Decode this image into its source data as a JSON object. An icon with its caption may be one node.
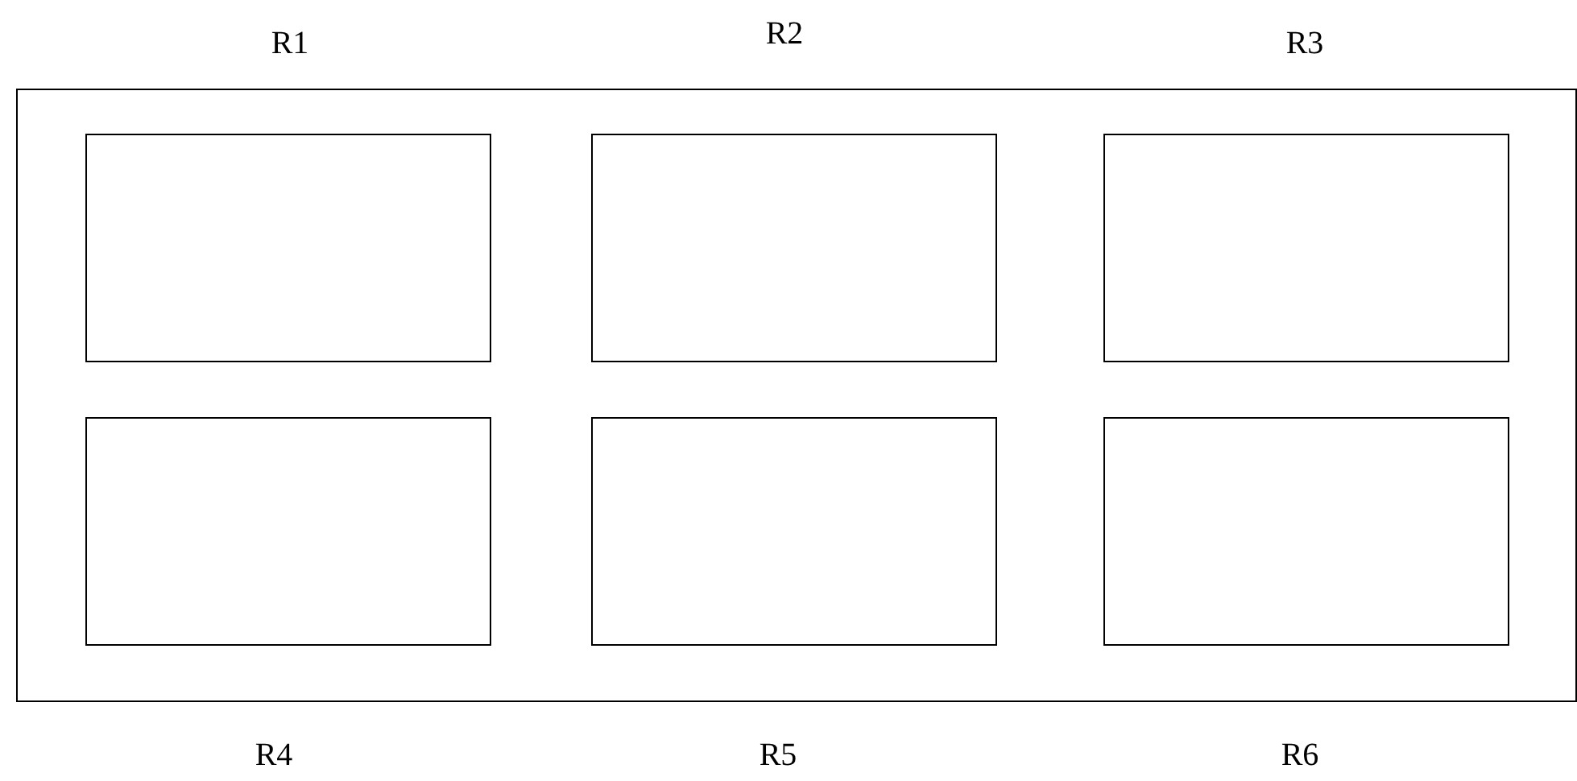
{
  "diagram": {
    "nodes": [
      {
        "text": [],
        "shape": "box"
      },
      {
        "text": [],
        "shape": "box",
        "in": 0
      },
      {
        "text": [],
        "shape": "box",
        "in": 0
      },
      {
        "text": [],
        "shape": "box",
        "in": 0
      },
      {
        "text": [],
        "shape": "box",
        "in": 0
      },
      {
        "text": [],
        "shape": "box",
        "in": 0
      },
      {
        "text": [],
        "shape": "box",
        "in": 0
      }
    ],
    "labels": [
      "R1",
      "R2",
      "R3",
      "R4",
      "R5",
      "R6"
    ]
  }
}
